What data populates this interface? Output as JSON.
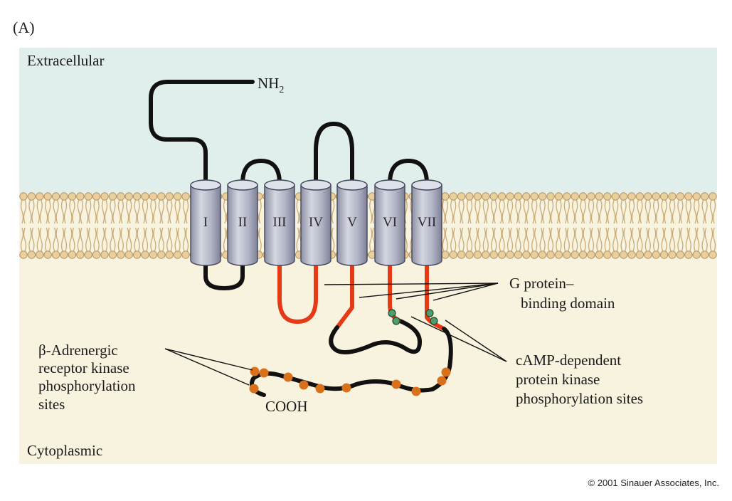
{
  "panel_label": "(A)",
  "regions": {
    "top": "Extracellular",
    "bottom": "Cytoplasmic"
  },
  "helices": [
    "I",
    "II",
    "III",
    "IV",
    "V",
    "VI",
    "VII"
  ],
  "termini": {
    "n_main": "NH",
    "n_sub": "2",
    "c": "COOH"
  },
  "labels": {
    "g_protein": [
      "G protein–",
      "binding domain"
    ],
    "beta_ark": [
      "β-Adrenergic",
      "receptor kinase",
      "phosphorylation",
      "sites"
    ],
    "camp_pk": [
      "cAMP-dependent",
      "protein kinase",
      "phosphorylation sites"
    ]
  },
  "colors": {
    "extracellular": "#e1efec",
    "cytoplasmic": "#f8f3df",
    "lipid_head": "#e9cf9e",
    "helix": "#b3b6c6",
    "g_protein_domain": "#e63a17",
    "beta_ark_site": "#d9701c",
    "pka_site": "#4f9d6a"
  },
  "copyright": "© 2001 Sinauer Associates, Inc."
}
